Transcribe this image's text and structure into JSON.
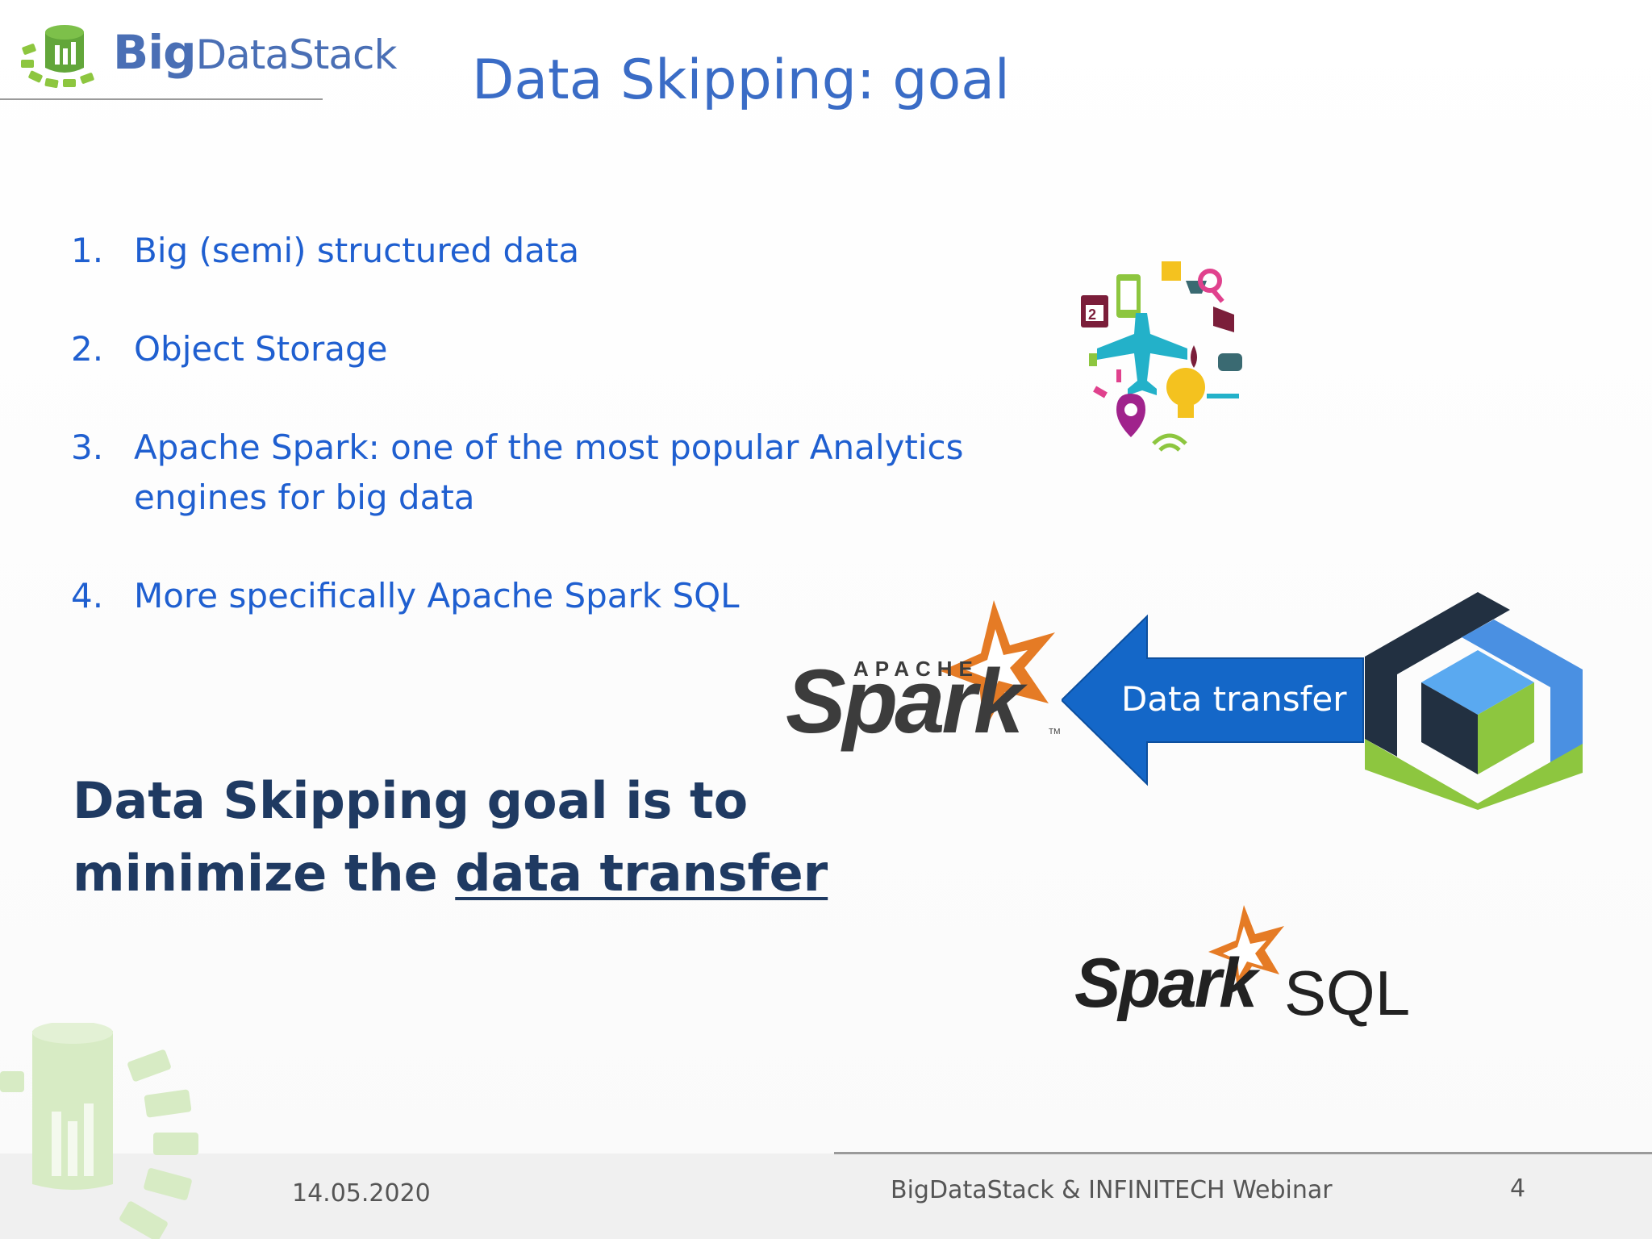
{
  "header": {
    "logo_text_big": "Big",
    "logo_text_rest": "DataStack",
    "title": "Data Skipping: goal"
  },
  "list": {
    "items": [
      {
        "num": "1.",
        "text": "Big (semi) structured data"
      },
      {
        "num": "2.",
        "text": "Object Storage"
      },
      {
        "num": "3.",
        "text": "Apache Spark: one of the most popular Analytics engines for big data"
      },
      {
        "num": "4.",
        "text": "More specifically Apache Spark SQL"
      }
    ]
  },
  "goal": {
    "part1": "Data Skipping goal is to minimize the ",
    "part2": "data transfer"
  },
  "diagram": {
    "spark_apache": "APACHE",
    "spark_word": "Spark",
    "spark_tm": "TM",
    "arrow_label": "Data transfer",
    "sparksql_spark": "Spark",
    "sparksql_sql": "SQL"
  },
  "footer": {
    "date": "14.05.2020",
    "webinar": "BigDataStack & INFINITECH Webinar",
    "page": "4"
  },
  "colors": {
    "title_blue": "#3a6cc6",
    "list_blue": "#1f5fd0",
    "goal_navy": "#1f3a62",
    "arrow_blue": "#1467c8",
    "spark_orange": "#e57b25",
    "logo_green": "#8dc63f"
  },
  "icons": [
    "logo-icon",
    "big-data-icons-cluster",
    "spark-star-icon",
    "object-storage-cube-icon"
  ]
}
